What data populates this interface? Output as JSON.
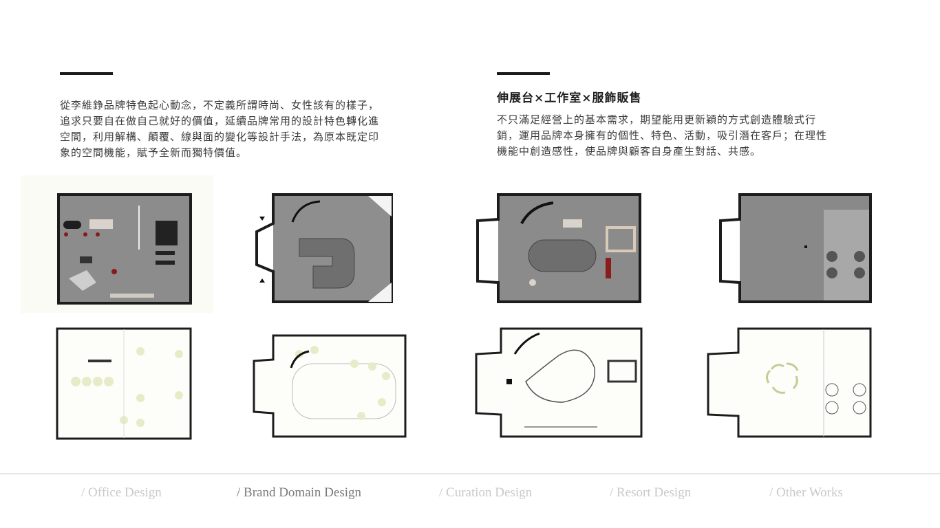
{
  "left_block": {
    "paragraph_lines": [
      "從李維錚品牌特色起心動念，不定義所謂時尚、女性該有的樣子，",
      "追求只要自在做自己就好的價值，延續品牌常用的設計特色轉化進",
      "空間，利用解構、顛覆、線與面的變化等設計手法，為原本既定印",
      "象的空間機能，賦予全新而獨特價值。"
    ]
  },
  "right_block": {
    "heading": "伸展台×工作室×服飾販售",
    "paragraph_lines": [
      "不只滿足經營上的基本需求，期望能用更新穎的方式創造體驗式行",
      "銷，運用品牌本身擁有的個性、特色、活動，吸引潛在客戶；在理性",
      "機能中創造感性，使品牌與顧客自身產生對話、共感。"
    ]
  },
  "floor_plans": [
    {
      "name": "plan-a-render",
      "style": "render"
    },
    {
      "name": "plan-b-render",
      "style": "render"
    },
    {
      "name": "plan-c-render",
      "style": "render"
    },
    {
      "name": "plan-d-render",
      "style": "render"
    },
    {
      "name": "plan-a-lighting",
      "style": "lighting"
    },
    {
      "name": "plan-b-lighting",
      "style": "lighting"
    },
    {
      "name": "plan-c-lighting",
      "style": "lighting"
    },
    {
      "name": "plan-d-lighting",
      "style": "lighting"
    }
  ],
  "footer_nav": {
    "items": [
      {
        "label": "/ Office Design",
        "active": false
      },
      {
        "label": "/ Brand Domain Design",
        "active": true
      },
      {
        "label": "/ Curation Design",
        "active": false
      },
      {
        "label": "/ Resort Design",
        "active": false
      },
      {
        "label": "/ Other Works",
        "active": false
      }
    ]
  },
  "colors": {
    "accent_bar": "#1a1a1a",
    "wall": "#1c1c1c",
    "floor_render": "#8a8a8a",
    "lighting_glow": "#e8ebc8",
    "nav_inactive": "#c9c9c9",
    "nav_active": "#7a7a7a"
  }
}
